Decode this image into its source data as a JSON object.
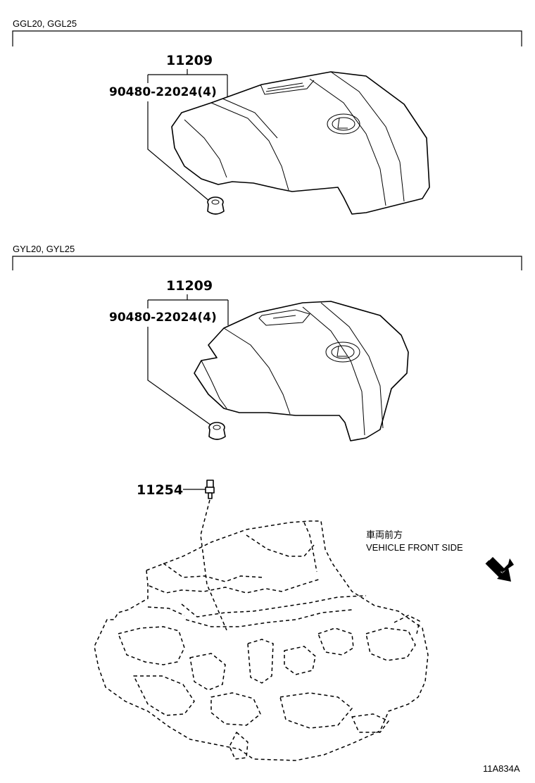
{
  "sections": [
    {
      "applicability": "GGL20, GGL25",
      "assembly_part_no": "11209",
      "fastener_part_no": "90480-22024(4)"
    },
    {
      "applicability": "GYL20, GYL25",
      "assembly_part_no": "11209",
      "fastener_part_no": "90480-22024(4)"
    }
  ],
  "engine": {
    "stud_part_no": "11254"
  },
  "direction": {
    "jp_label": "車両前方",
    "en_label": "VEHICLE FRONT SIDE"
  },
  "figure_id": "11A834A"
}
